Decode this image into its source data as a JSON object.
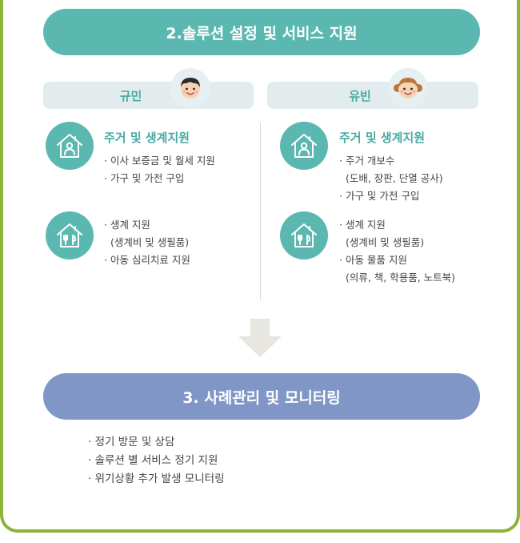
{
  "step2": {
    "title": "2.솔루션 설정 및 서비스 지원"
  },
  "left": {
    "name": "규민",
    "housing": {
      "title": "주거 및 생계지원",
      "items": [
        "· 이사 보증금 및 월세 지원",
        "· 가구 및 가전 구입"
      ]
    },
    "living": {
      "items": [
        "· 생계 지원",
        "  (생계비 및 생필품)",
        "· 아동 심리치료 지원"
      ]
    }
  },
  "right": {
    "name": "유빈",
    "housing": {
      "title": "주거 및 생계지원",
      "items": [
        "· 주거 개보수",
        "  (도배, 장판, 단열 공사)",
        "· 가구 및 가전 구입"
      ]
    },
    "living": {
      "items": [
        "· 생계 지원",
        "  (생계비 및 생필품)",
        "· 아동 물품 지원",
        "  (의류, 책, 학용품, 노트북)"
      ]
    }
  },
  "step3": {
    "title": "3. 사례관리 및 모니터링",
    "items": [
      "· 정기 방문 및 상담",
      "· 솔루션 별 서비스 정기 지원",
      "· 위기상황 추가 발생 모니터링"
    ]
  },
  "colors": {
    "teal": "#5bb8b0",
    "blue": "#8096c6",
    "green_border": "#8ab43a",
    "name_bar": "#e2ecee"
  },
  "icons": {
    "avatar_left": "boy-face-icon",
    "avatar_right": "girl-face-icon",
    "housing": "house-person-icon",
    "living": "house-utensils-icon",
    "flow": "down-arrow-icon"
  }
}
